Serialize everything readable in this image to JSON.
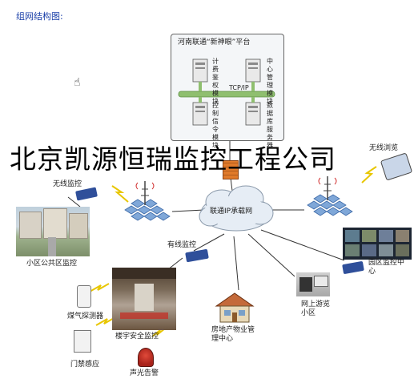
{
  "heading": "组网结构图:",
  "platform": {
    "title": "河南联通“新神眼”平台",
    "modules": {
      "billing": "计费鉴权模块",
      "center": "中心管理模块",
      "control": "控制信令模块",
      "database": "数据库服务器"
    },
    "protocol": "TCP/IP"
  },
  "watermark": "北京凯源恒瑞监控工程公司",
  "network": {
    "cloud": "联通IP承载网",
    "nodes": {
      "wireless_monitor": "无线监控",
      "wireless_view": "无线浏览",
      "community_public": "小区公共区监控",
      "wired_monitor": "有线监控",
      "campus_monitor": "园区监控中心",
      "gas_detector": "煤气探测器",
      "building_security": "楼宇安全监控",
      "door_sensor": "门禁感应",
      "alarm": "声光告警",
      "property_center": "房地产物业管理中心",
      "online_view": "网上游览小区"
    }
  },
  "colors": {
    "heading": "#1a3fa8",
    "link_line": "#333333",
    "wireless_bolt": "#e8c600",
    "firewall": "#e07a2a",
    "server_green": "#8fbf6f",
    "cloud": "#e6edf5"
  }
}
